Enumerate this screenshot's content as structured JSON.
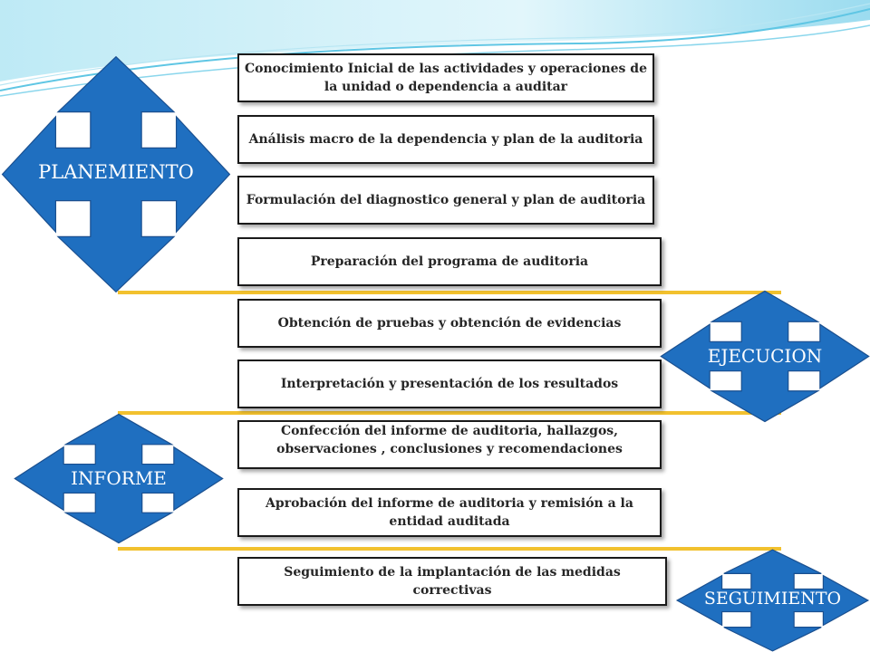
{
  "steps": [
    "Conocimiento Inicial de las actividades  y operaciones  de la unidad o dependencia a auditar",
    "Análisis macro  de la dependencia  y plan  de la auditoria",
    "Formulación del diagnostico general y plan de auditoria",
    "Preparación del programa de auditoria",
    "Obtención   de pruebas y obtención de evidencias",
    "Interpretación  y presentación de los resultados",
    "Confección                    del informe de auditoria, hallazgos, observaciones , conclusiones y recomendaciones",
    "Aprobación del informe de auditoria y remisión a la entidad auditada",
    "Seguimiento de la implantación de las medidas correctivas"
  ],
  "phases": {
    "planemiento": "PLANEMIENTO",
    "ejecucion": "EJECUCION",
    "informe": "INFORME",
    "seguimiento": "SEGUIMIENTO"
  },
  "colors": {
    "arrow_fill": "#1f6fc0",
    "arrow_stroke": "#1a4f8f",
    "separator": "#f2c12e",
    "wave": "#5fc6e4"
  }
}
